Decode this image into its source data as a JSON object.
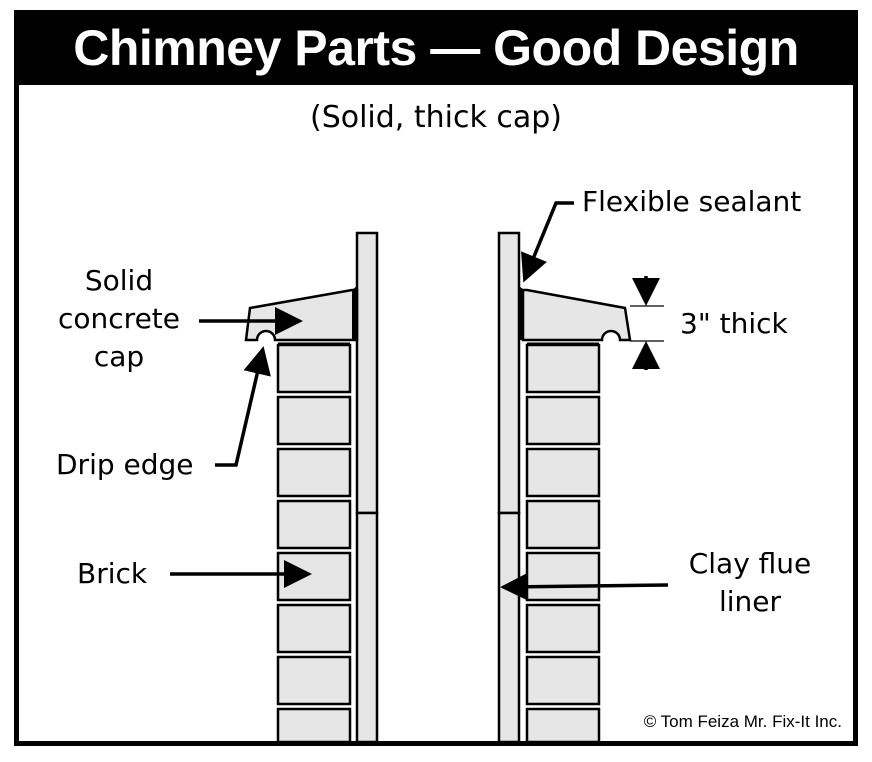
{
  "title": "Chimney Parts — Good Design",
  "subtitle": "(Solid, thick cap)",
  "labels": {
    "cap": [
      "Solid",
      "concrete",
      "cap"
    ],
    "drip_edge": "Drip edge",
    "brick": "Brick",
    "sealant": "Flexible sealant",
    "thickness": "3\" thick",
    "flue_liner": [
      "Clay flue",
      "liner"
    ]
  },
  "credit": "© Tom Feiza Mr. Fix-It Inc."
}
